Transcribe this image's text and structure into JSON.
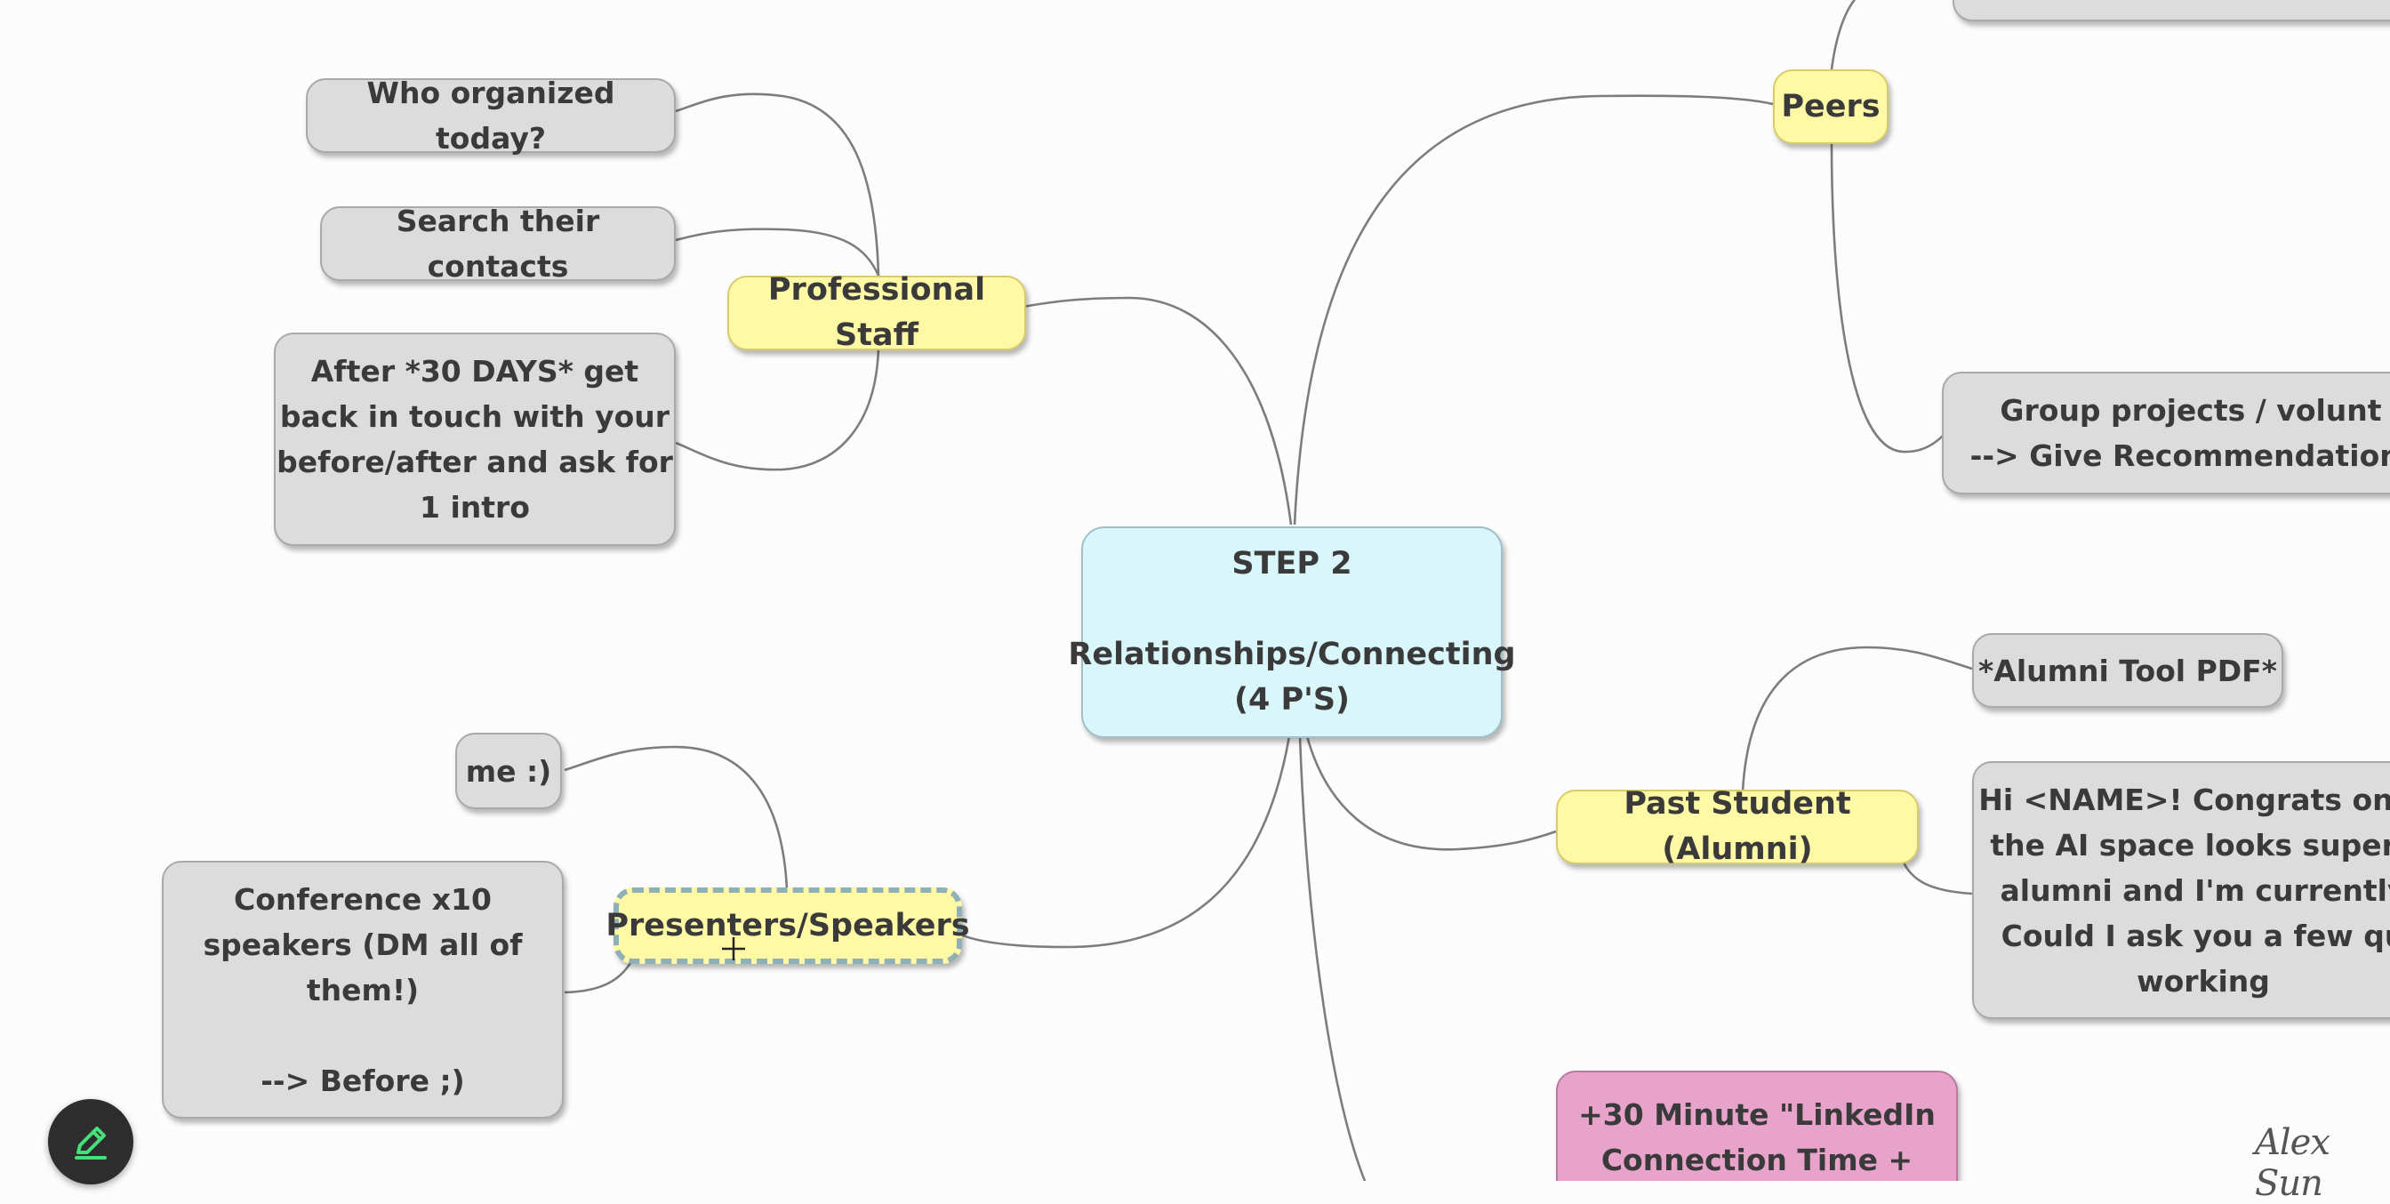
{
  "mindmap": {
    "center": "STEP 2\n\nRelationships/Connecting\n(4 P'S)",
    "branches": {
      "professional_staff": "Professional Staff",
      "peers": "Peers",
      "presenters": "Presenters/Speakers",
      "past_student": "Past Student (Alumni)"
    },
    "leaves": {
      "who_organized": "Who organized today?",
      "search_contacts": "Search their contacts",
      "after_30_days": "After *30 DAYS* get\nback in touch with your\nbefore/after and ask for\n1 intro",
      "peers_top": "",
      "group_projects": "Group projects / volunt\n--> Give Recommendation,",
      "alumni_tool": "*Alumni Tool PDF*",
      "alumni_message": "Hi <NAME>! Congrats on <\nthe AI space looks super i\nalumni and I'm currently\nCould I ask you a few qu\nworking",
      "me": "me :)",
      "conference": "Conference x10\nspeakers (DM all of\nthem!)\n\n--> Before ;)",
      "linkedin": "+30 Minute \"LinkedIn\nConnection Time +"
    }
  },
  "colors": {
    "leaf": "#dcdcdc",
    "branch": "#fff9a6",
    "center": "#d9f6fb",
    "highlight": "#e7a3c9",
    "connector": "#7d7d7d"
  },
  "toolbar": {
    "edit_icon": "pencil-icon"
  },
  "watermark": "Alex Sun"
}
